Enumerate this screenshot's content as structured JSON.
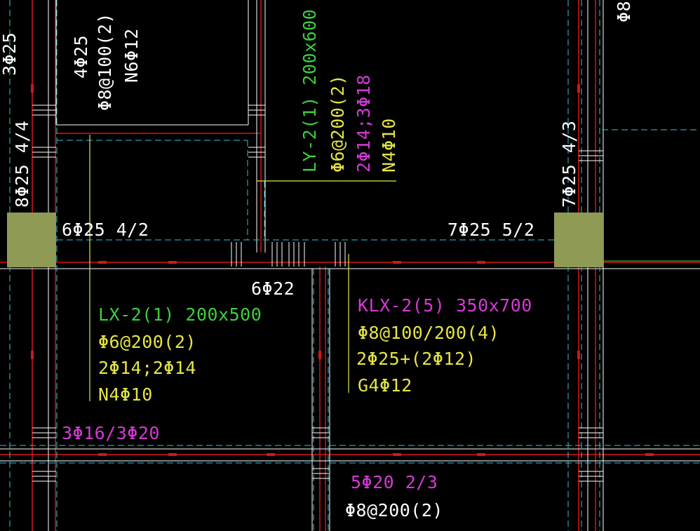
{
  "colors": {
    "background": "#000000",
    "axis_red": "#d01818",
    "beam_edge_white": "#ffffff",
    "hidden_cyan": "#35c5d8",
    "leader_yellow": "#e5e545",
    "label_green": "#3ccf3c",
    "label_yellow": "#e5e545",
    "label_magenta": "#d43ad4",
    "label_white": "#ffffff",
    "column_fill": "#8f9a55"
  },
  "labels": {
    "top_left_edge": "3Φ25",
    "left_vertical": "8Φ25 4/4",
    "right_vertical": "7Φ25 4/3",
    "top_right_edge": "Φ8",
    "upper_beam_1": "4Φ25",
    "upper_beam_2": "Φ8@100(2)",
    "upper_beam_3": "N6Φ12",
    "ly2_1": "LY-2(1) 200x600",
    "ly2_2": "Φ6@200(2)",
    "ly2_3": "2Φ14;3Φ18",
    "ly2_4": "N4Φ10",
    "support_left": "6Φ25 4/2",
    "support_right": "7Φ25 5/2",
    "bottom_mid": "6Φ22",
    "lx2_1": "LX-2(1) 200x500",
    "lx2_2": "Φ6@200(2)",
    "lx2_3": "2Φ14;2Φ14",
    "lx2_4": "N4Φ10",
    "klx2_1": "KLX-2(5) 350x700",
    "klx2_2": "Φ8@100/200(4)",
    "klx2_3": "2Φ25+(2Φ12)",
    "klx2_4": "G4Φ12",
    "lower_left": "3Φ16/3Φ20",
    "lower_mid_1": "5Φ20 2/3",
    "lower_mid_2": "Φ8@200(2)"
  }
}
